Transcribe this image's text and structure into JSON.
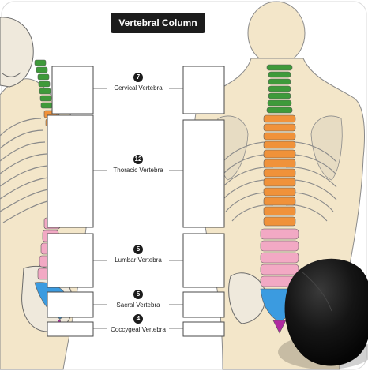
{
  "title": "Vertebral Column",
  "regions": [
    {
      "key": "cervical",
      "count": "7",
      "label": "Cervical Vertebra",
      "color": "#3e9a3a"
    },
    {
      "key": "thoracic",
      "count": "12",
      "label": "Thoracic Vertebra",
      "color": "#f0923a"
    },
    {
      "key": "lumbar",
      "count": "5",
      "label": "Lumbar Vertebra",
      "color": "#f2a9c4"
    },
    {
      "key": "sacral",
      "count": "5",
      "label": "Sacral Vertebra",
      "color": "#3b9be0"
    },
    {
      "key": "coccygeal",
      "count": "4",
      "label": "Coccygeal Vertebra",
      "color": "#b02aa0"
    }
  ],
  "colors": {
    "skin": "#f3e6c9",
    "bone": "#efe9dc",
    "outline": "#6a6a6a",
    "label_text": "#222222",
    "badge": "#1c1c1c",
    "mouse": "#121212"
  },
  "objects": {
    "mouse": "computer-mouse",
    "mat": "mouse-pad"
  }
}
